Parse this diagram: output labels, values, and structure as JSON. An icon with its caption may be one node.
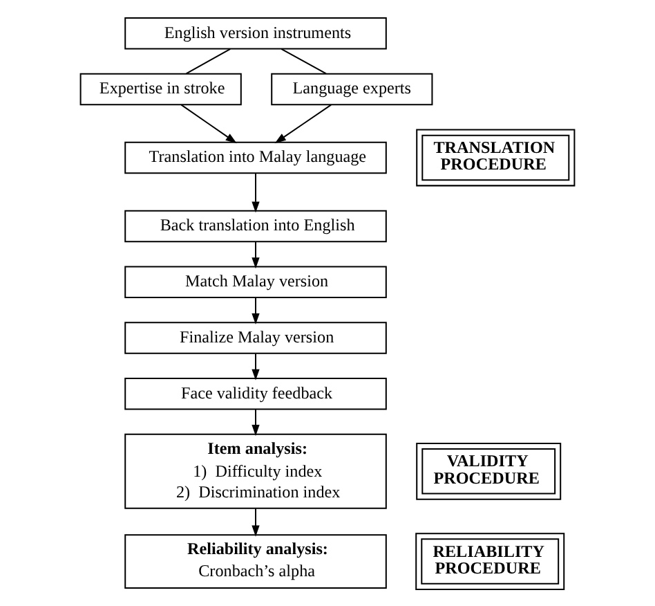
{
  "diagram": {
    "nodes": [
      {
        "text": [
          "English version instruments"
        ]
      },
      {
        "text": [
          "Expertise in stroke"
        ]
      },
      {
        "text": [
          "Language experts"
        ]
      },
      {
        "text": [
          "Translation into Malay language"
        ]
      },
      {
        "text": [
          "Back translation into English"
        ]
      },
      {
        "text": [
          "Match Malay version"
        ]
      },
      {
        "text": [
          "Finalize Malay version"
        ]
      },
      {
        "text": [
          "Face validity feedback"
        ]
      },
      {
        "text": [
          "Item analysis:",
          "1)  Difficulty index",
          "2)  Discrimination index"
        ]
      },
      {
        "text": [
          "Reliability analysis:",
          "Cronbach’s alpha"
        ]
      },
      {
        "text": [
          "TRANSLATION PROCEDURE"
        ]
      },
      {
        "text": [
          "VALIDITY PROCEDURE"
        ]
      },
      {
        "text": [
          "RELIABILITY PROCEDURE"
        ]
      }
    ],
    "edges": [
      {
        "from": 0,
        "to": 1,
        "arrow": "none"
      },
      {
        "from": 0,
        "to": 2,
        "arrow": "none"
      },
      {
        "from": 1,
        "to": 3,
        "arrow": "to"
      },
      {
        "from": 2,
        "to": 3,
        "arrow": "to"
      },
      {
        "from": 3,
        "to": 4,
        "arrow": "to"
      },
      {
        "from": 4,
        "to": 5,
        "arrow": "to"
      },
      {
        "from": 5,
        "to": 6,
        "arrow": "to"
      },
      {
        "from": 6,
        "to": 7,
        "arrow": "to"
      },
      {
        "from": 7,
        "to": 8,
        "arrow": "to"
      },
      {
        "from": 8,
        "to": 9,
        "arrow": "to"
      }
    ]
  }
}
